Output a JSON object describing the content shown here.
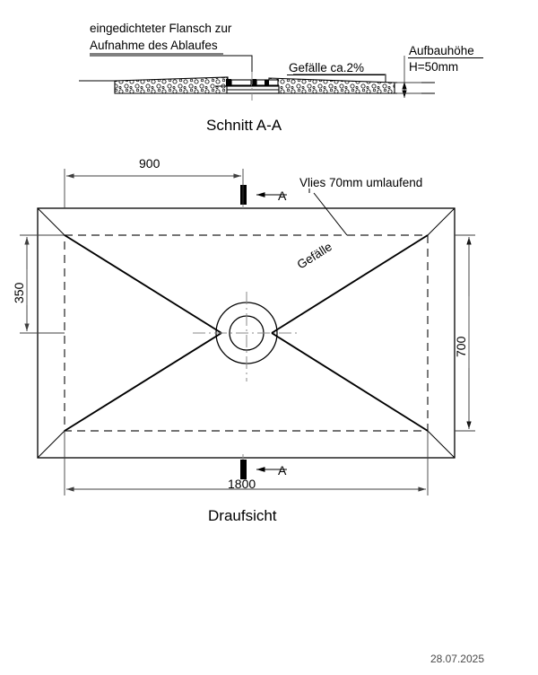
{
  "drawing": {
    "title_section": "Schnitt A-A",
    "title_plan": "Draufsicht",
    "date": "28.07.2025"
  },
  "section_view": {
    "flange_note_line1": "eingedichteter Flansch zur",
    "flange_note_line2": "Aufnahme des Ablaufes",
    "slope_note": "Gefälle ca.2%",
    "height_note_line1": "Aufbauhöhe",
    "height_note_line2": "H=50mm"
  },
  "plan_view": {
    "fleece_note": "Vlies 70mm umlaufend",
    "slope_label": "Gefälle",
    "section_marker_top": "A",
    "section_marker_bottom": "A",
    "dim_top": "900",
    "dim_left": "350",
    "dim_right": "700",
    "dim_bottom": "1800"
  },
  "colors": {
    "line": "#000000",
    "dimension": "#3f3f3f",
    "centerline": "#8a8a8a",
    "background": "#ffffff"
  }
}
